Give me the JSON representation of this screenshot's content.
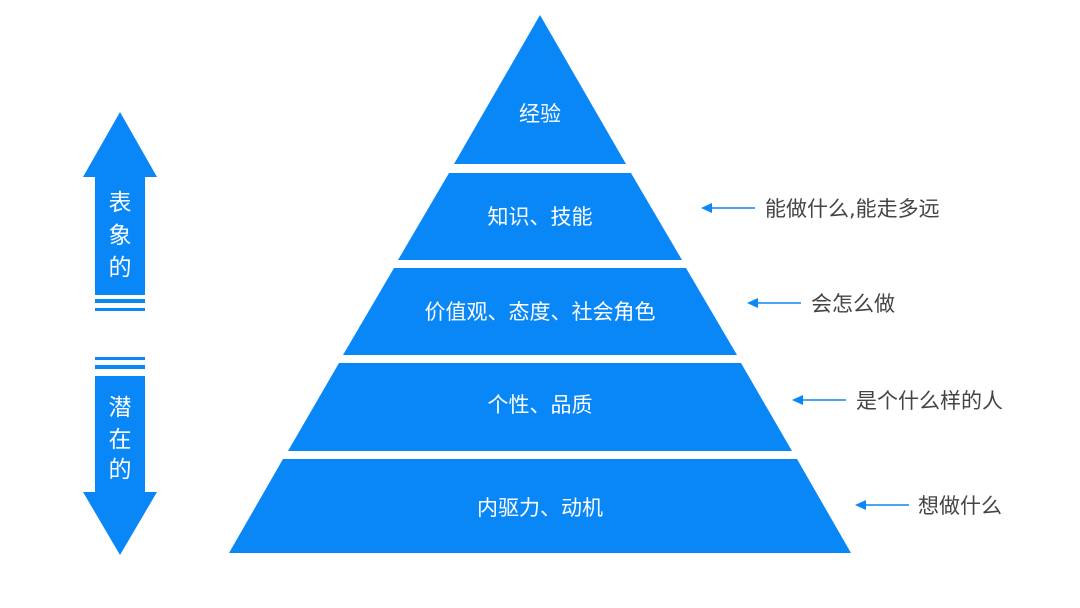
{
  "colors": {
    "accent": "#0a87f7",
    "text": "#444444"
  },
  "pyramid": {
    "layers": [
      {
        "label": "经验"
      },
      {
        "label": "知识、技能",
        "annotation": "能做什么,能走多远"
      },
      {
        "label": "价值观、态度、社会角色",
        "annotation": "会怎么做"
      },
      {
        "label": "个性、品质",
        "annotation": "是个什么样的人"
      },
      {
        "label": "内驱力、动机",
        "annotation": "想做什么"
      }
    ]
  },
  "side_arrow": {
    "upper": [
      "表",
      "象",
      "的"
    ],
    "lower": [
      "潜",
      "在",
      "的"
    ]
  }
}
